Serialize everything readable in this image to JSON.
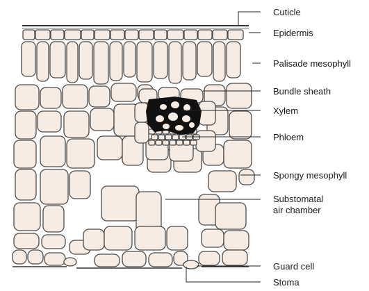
{
  "labels": {
    "cuticle": "Cuticle",
    "epidermis": "Epidermis",
    "palisade": "Palisade mesophyll",
    "bundle_sheath": "Bundle sheath",
    "xylem": "Xylem",
    "phloem": "Phloem",
    "spongy": "Spongy mesophyll",
    "substomatal_1": "Substomatal",
    "substomatal_2": "air chamber",
    "guard_cell": "Guard cell",
    "stoma": "Stoma"
  },
  "colors": {
    "cell_fill": "#f6ece4",
    "cell_stroke": "#4a4a4a",
    "xylem_fill": "#111111",
    "leader_line": "#222222",
    "text": "#1a1a1a"
  }
}
